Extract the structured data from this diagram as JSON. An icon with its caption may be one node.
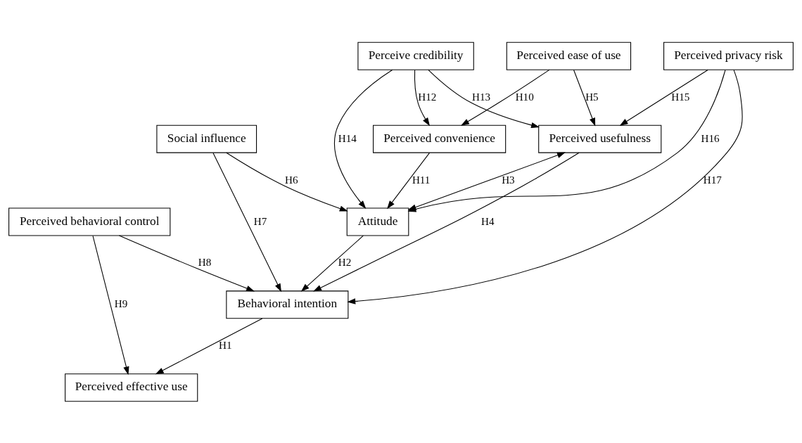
{
  "diagram": {
    "nodes": [
      {
        "text": [
          "Perceived ease of use"
        ]
      },
      {
        "text": [
          "Social influence"
        ]
      },
      {
        "text": [
          "Perceived behavioral control"
        ]
      },
      {
        "text": [
          "Perceived convenience"
        ]
      },
      {
        "text": [
          "Attitude"
        ]
      },
      {
        "text": [
          "Behavioral intention"
        ]
      },
      {
        "text": [
          "Perceived effective use"
        ]
      },
      {
        "text": [
          "Perceive credibility"
        ]
      },
      {
        "text": [
          "Perceived usefulness"
        ]
      },
      {
        "text": [
          "Perceived privacy risk"
        ]
      }
    ],
    "edges": [
      {
        "from": 0,
        "to": 3,
        "arrow": "to",
        "label": "H10"
      },
      {
        "from": 0,
        "to": 8,
        "arrow": "to",
        "label": "H5"
      },
      {
        "from": 1,
        "to": 4,
        "arrow": "to",
        "label": "H6"
      },
      {
        "from": 1,
        "to": 5,
        "arrow": "to",
        "label": "H7"
      },
      {
        "from": 2,
        "to": 5,
        "arrow": "to",
        "label": "H8"
      },
      {
        "from": 2,
        "to": 6,
        "arrow": "to",
        "label": "H9"
      },
      {
        "from": 3,
        "to": 4,
        "arrow": "to",
        "label": "H11"
      },
      {
        "from": 7,
        "to": 3,
        "arrow": "to",
        "label": "H12"
      },
      {
        "from": 7,
        "to": 4,
        "arrow": "to",
        "label": "H14"
      },
      {
        "from": 4,
        "to": 5,
        "arrow": "to",
        "label": "H2"
      },
      {
        "from": 5,
        "to": 6,
        "arrow": "to",
        "label": "H1"
      },
      {
        "from": 7,
        "to": 8,
        "arrow": "to",
        "label": "H13"
      },
      {
        "from": 8,
        "to": 4,
        "arrow": "both",
        "label": "H3"
      },
      {
        "from": 9,
        "to": 4,
        "arrow": "to",
        "label": "H16"
      },
      {
        "from": 9,
        "to": 5,
        "arrow": "to",
        "label": "H17"
      },
      {
        "from": 9,
        "to": 8,
        "arrow": "to",
        "label": "H15"
      },
      {
        "from": 8,
        "to": 5,
        "arrow": "to",
        "label": "H4"
      }
    ]
  }
}
